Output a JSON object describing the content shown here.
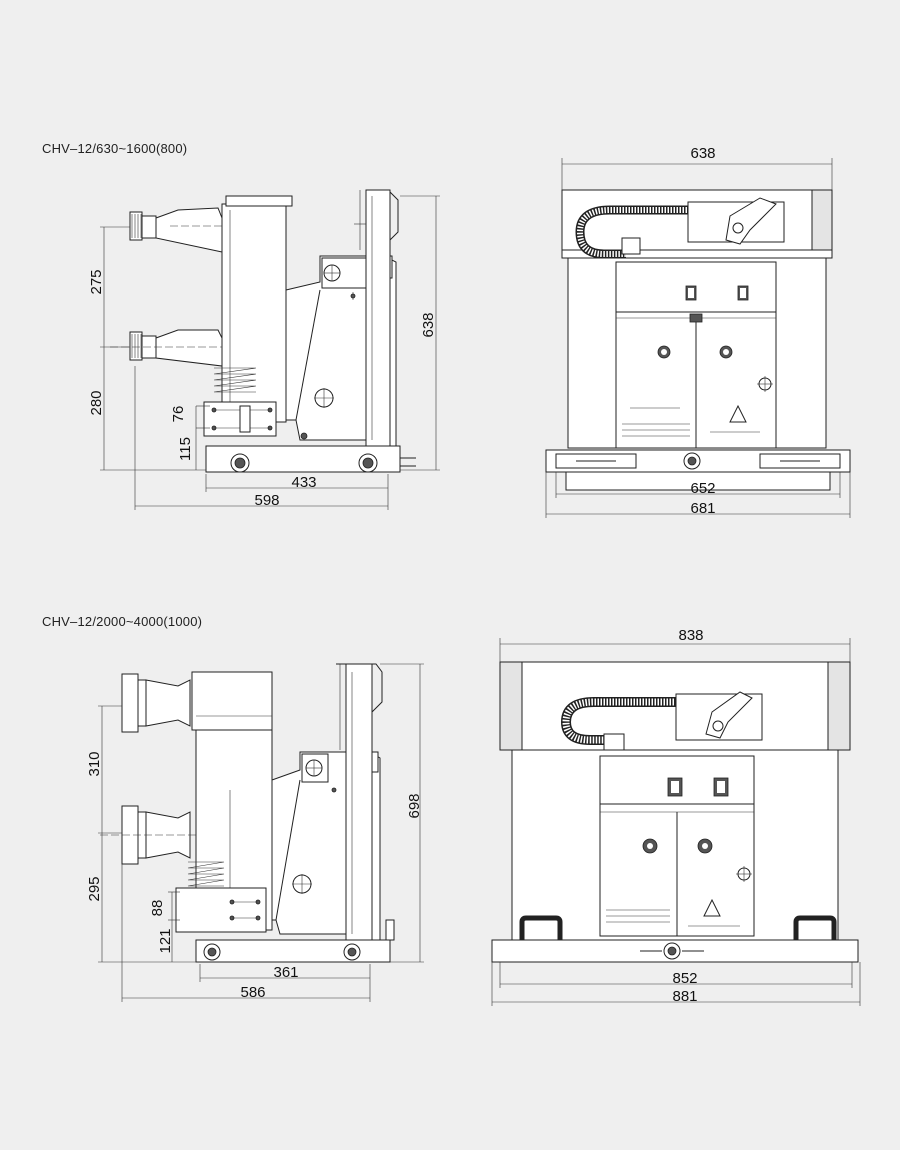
{
  "drawing_1": {
    "title": "CHV‒12/630~1600(800)",
    "side_view": {
      "dim_275": "275",
      "dim_280": "280",
      "dim_638": "638",
      "dim_76": "76",
      "dim_115": "115",
      "dim_433": "433",
      "dim_598": "598"
    },
    "front_view": {
      "dim_638": "638",
      "dim_652": "652",
      "dim_681": "681"
    }
  },
  "drawing_2": {
    "title": "CHV‒12/2000~4000(1000)",
    "side_view": {
      "dim_310": "310",
      "dim_295": "295",
      "dim_698": "698",
      "dim_88": "88",
      "dim_121": "121",
      "dim_361": "361",
      "dim_586": "586"
    },
    "front_view": {
      "dim_838": "838",
      "dim_852": "852",
      "dim_881": "881"
    }
  },
  "colors": {
    "background": "#efefef",
    "line": "#222222",
    "panel": "#ffffff"
  }
}
